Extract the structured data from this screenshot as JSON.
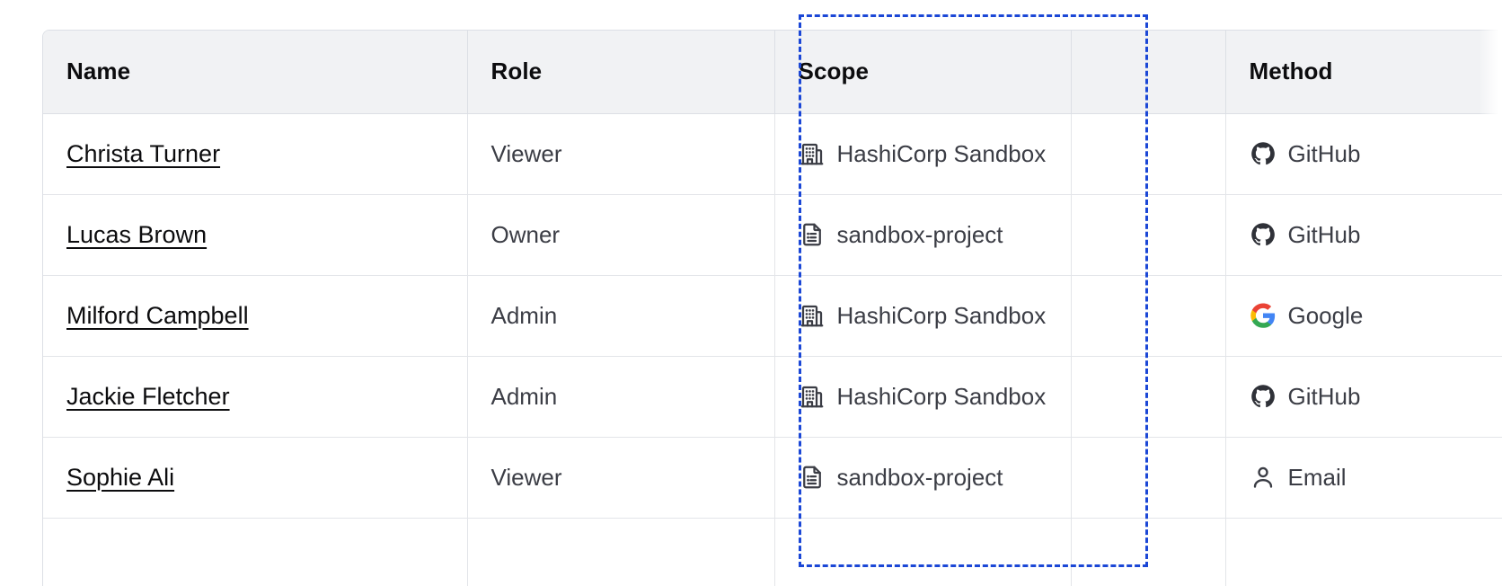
{
  "table": {
    "columns": [
      {
        "key": "name",
        "label": "Name"
      },
      {
        "key": "role",
        "label": "Role"
      },
      {
        "key": "scope",
        "label": "Scope"
      },
      {
        "key": "blank",
        "label": ""
      },
      {
        "key": "method",
        "label": "Method"
      }
    ],
    "rows": [
      {
        "name": "Christa Turner",
        "role": "Viewer",
        "scope": "HashiCorp Sandbox",
        "scope_icon": "organization-building-icon",
        "method": "GitHub",
        "method_icon": "github-icon"
      },
      {
        "name": "Lucas Brown",
        "role": "Owner",
        "scope": "sandbox-project",
        "scope_icon": "project-document-icon",
        "method": "GitHub",
        "method_icon": "github-icon"
      },
      {
        "name": "Milford Campbell",
        "role": "Admin",
        "scope": "HashiCorp Sandbox",
        "scope_icon": "organization-building-icon",
        "method": "Google",
        "method_icon": "google-icon"
      },
      {
        "name": "Jackie Fletcher",
        "role": "Admin",
        "scope": "HashiCorp Sandbox",
        "scope_icon": "organization-building-icon",
        "method": "GitHub",
        "method_icon": "github-icon"
      },
      {
        "name": "Sophie Ali",
        "role": "Viewer",
        "scope": "sandbox-project",
        "scope_icon": "project-document-icon",
        "method": "Email",
        "method_icon": "user-person-icon"
      }
    ]
  },
  "selection": {
    "label": "Scope column selection",
    "color": "#1b47d6",
    "style": "dashed"
  },
  "colors": {
    "header_background": "#f1f2f4",
    "border": "#dcdfe5",
    "row_border": "#e3e5e9",
    "text_primary": "#0c0c0e",
    "text_secondary": "#3b3d45",
    "icon": "#3b3d45",
    "google_blue": "#4285f4",
    "google_red": "#ea4335",
    "google_yellow": "#fbbc05",
    "google_green": "#34a853",
    "github_dark": "#2f3138"
  }
}
